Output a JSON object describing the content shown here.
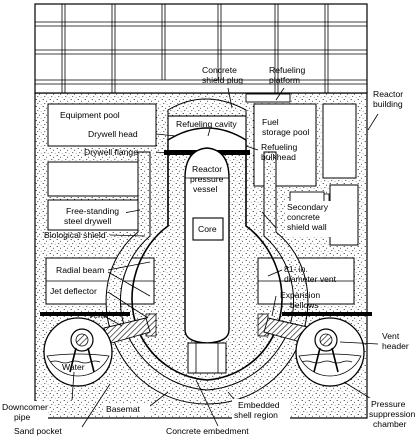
{
  "labels": {
    "concrete_shield_plug": [
      "Concrete",
      "shield plug"
    ],
    "refueling_platform": [
      "Refueling",
      "platform"
    ],
    "reactor_building": [
      "Reactor",
      "building"
    ],
    "equipment_pool": "Equipment pool",
    "refueling_cavity": "Refueling cavity",
    "fuel_storage_pool": [
      "Fuel",
      "storage pool"
    ],
    "drywell_head": "Drywell head",
    "drywell_flange": "Drywell flange",
    "refueling_bulkhead": [
      "Refueling",
      "bulkhead"
    ],
    "reactor_pressure_vessel": [
      "Reactor",
      "pressure",
      "vessel"
    ],
    "core": "Core",
    "free_standing_drywell": [
      "Free-standing",
      "steel drywell"
    ],
    "biological_shield": "Biological shield",
    "secondary_shield_wall": [
      "Secondary",
      "concrete",
      "shield wall"
    ],
    "radial_beam": "Radial beam",
    "jet_deflector": "Jet deflector",
    "vent_diameter": [
      "81- in.",
      "diameter vent"
    ],
    "expansion_bellows": [
      "Expansion",
      "bellows"
    ],
    "vent": "Vent",
    "vent_header": [
      "Vent",
      "header"
    ],
    "water": "Water",
    "downcomer_pipe": [
      "Downcomer",
      "pipe"
    ],
    "basemat": "Basemat",
    "embedded_shell": [
      "Embedded",
      "shell region"
    ],
    "pressure_suppression": [
      "Pressure",
      "suppression",
      "chamber"
    ],
    "sand_pocket": "Sand pocket",
    "concrete_embedment": "Concrete embedment"
  }
}
